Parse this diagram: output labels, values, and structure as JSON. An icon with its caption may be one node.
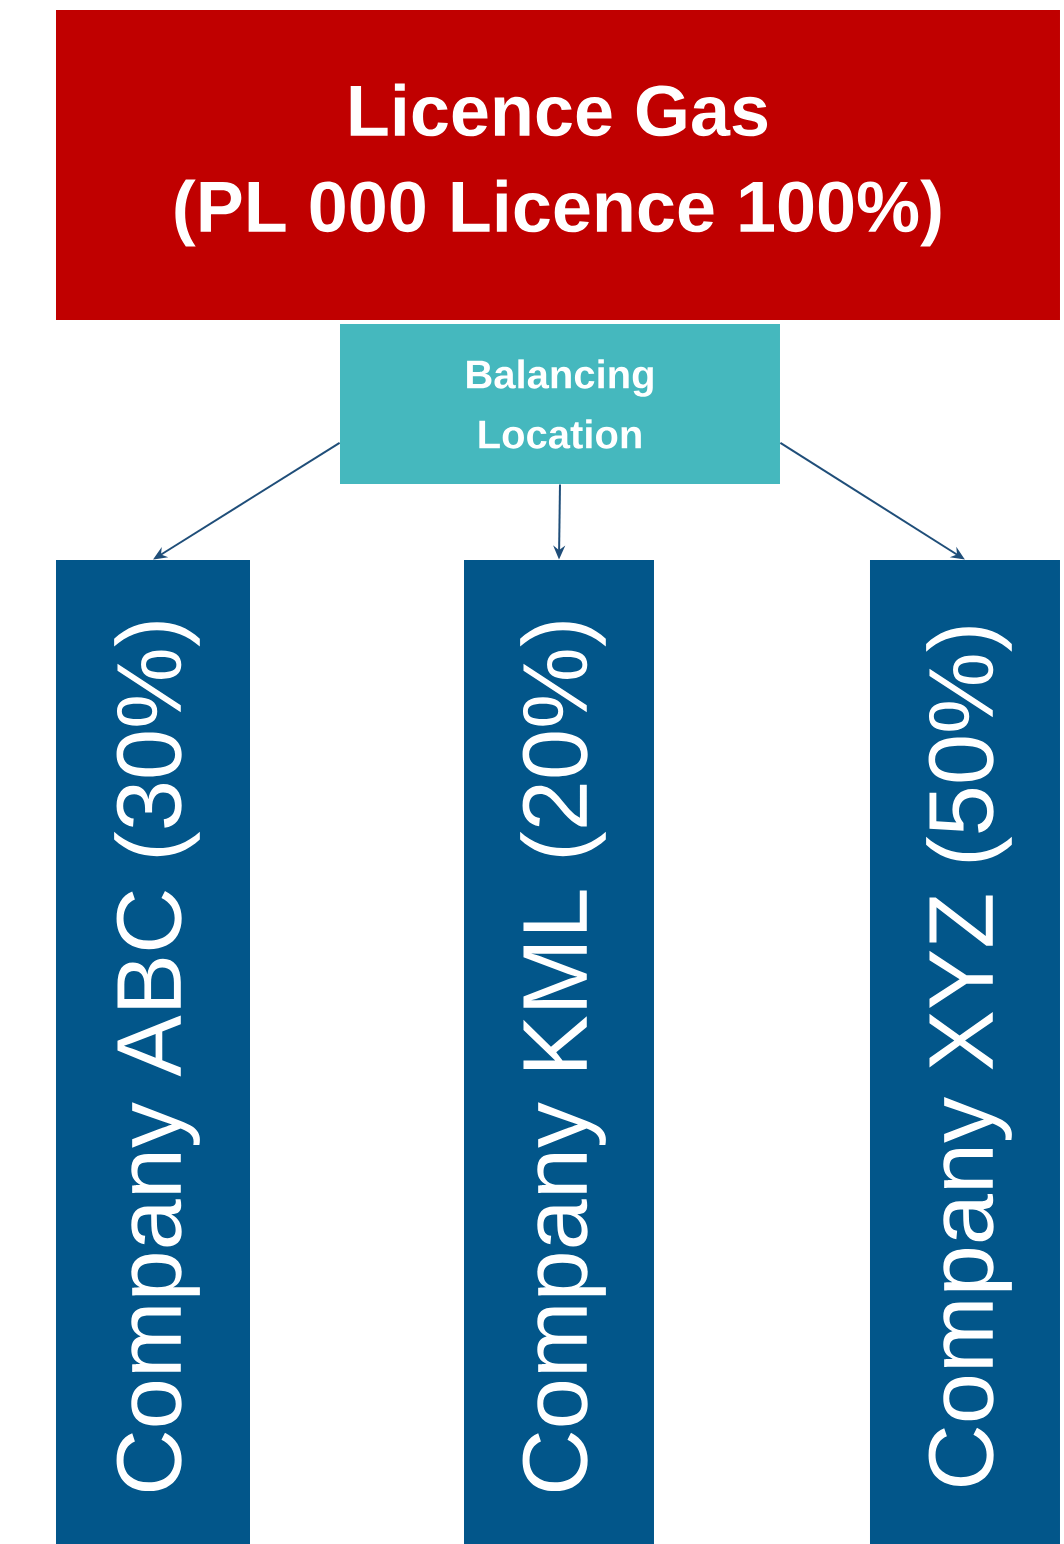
{
  "diagram": {
    "nodes": [
      {
        "text": [
          "Licence Gas",
          "(PL 000 Licence 100%)"
        ]
      },
      {
        "text": [
          "Balancing Location"
        ]
      },
      {
        "text": [
          "Company ABC (30%)"
        ]
      },
      {
        "text": [
          "Company KML (20%)"
        ]
      },
      {
        "text": [
          "Company XYZ (50%)"
        ]
      }
    ],
    "edges": [
      {
        "from": 1,
        "to": 2,
        "arrow": "to"
      },
      {
        "from": 1,
        "to": 3,
        "arrow": "to"
      },
      {
        "from": 1,
        "to": 4,
        "arrow": "to"
      }
    ]
  }
}
